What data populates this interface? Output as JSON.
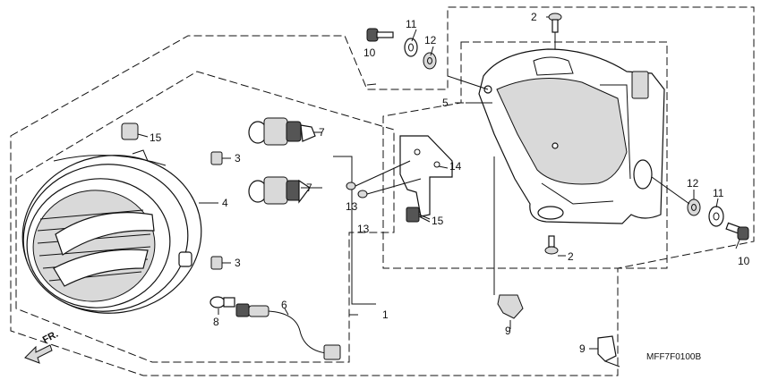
{
  "diagram": {
    "code": "MFF7F0100B",
    "direction_label": "FR.",
    "callouts": {
      "p1": "1",
      "p2a": "2",
      "p2b": "2",
      "p3a": "3",
      "p3b": "3",
      "p4": "4",
      "p5": "5",
      "p6": "6",
      "p7a": "7",
      "p7b": "7",
      "p8": "8",
      "p9a": "9",
      "p9b": "9",
      "p10a": "10",
      "p10b": "10",
      "p11a": "11",
      "p11b": "11",
      "p12a": "12",
      "p12b": "12",
      "p13a": "13",
      "p13b": "13",
      "p14": "14",
      "p15a": "15",
      "p15b": "15"
    }
  }
}
